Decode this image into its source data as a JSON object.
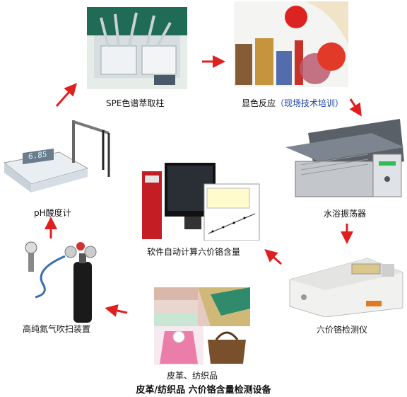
{
  "title": "皮革/纺织品  六价铬含量检测设备",
  "nodes": {
    "spe": "SPE色谱萃取柱",
    "color_reaction": "显色反应",
    "color_reaction_note": "（现场技术培训）",
    "water_bath": "水浴振荡器",
    "detector": "六价铬检测仪",
    "software": "软件自动计算六价铬含量",
    "leather": "皮革、纺织品",
    "nitrogen": "高纯氮气吹扫装置",
    "ph_meter": "pH酸度计"
  },
  "ph_display": "6.85",
  "colors": {
    "arrow": "#e0201e",
    "accent_blue": "#1a3fa8"
  }
}
